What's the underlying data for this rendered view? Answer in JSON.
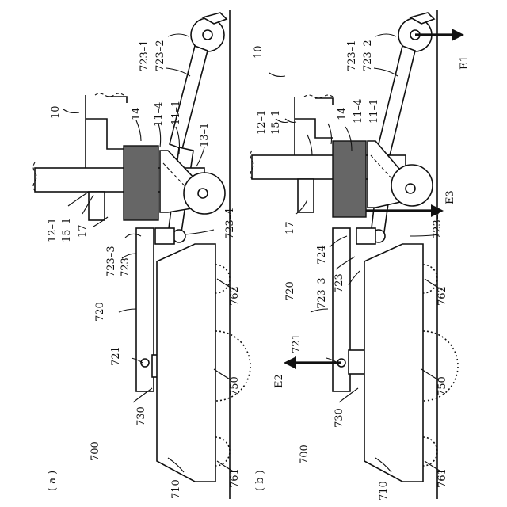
{
  "panels": [
    {
      "tag": "( a )",
      "labels": {
        "p10": "10",
        "p12_1": "12–1",
        "p15_1": "15–1",
        "p17": "17",
        "p14": "14",
        "p11_4": "11–4",
        "p11_1": "11–1",
        "p13_1": "13–1",
        "p723_1": "723–1",
        "p723_2": "723–2",
        "p723_3": "723–3",
        "p723": "723",
        "p723_4": "723–4",
        "p720": "720",
        "p721": "721",
        "p730": "730",
        "p700": "700",
        "p710": "710",
        "p761": "761",
        "p750": "750",
        "p762": "762"
      }
    },
    {
      "tag": "( b )",
      "labels": {
        "p10": "10",
        "p12_1": "12–1",
        "p15_1": "15–1",
        "p17": "17",
        "p14": "14",
        "p11_4": "11–4",
        "p11_1": "11–1",
        "p723_1": "723–1",
        "p723_2": "723–2",
        "p723_3": "723–3",
        "p723": "723",
        "p723_4": "723–4",
        "p724": "724",
        "p720": "720",
        "p721": "721",
        "p730": "730",
        "p700": "700",
        "p710": "710",
        "p761": "761",
        "p750": "750",
        "p762": "762",
        "E1": "E1",
        "E2": "E2",
        "E3": "E3"
      }
    }
  ]
}
